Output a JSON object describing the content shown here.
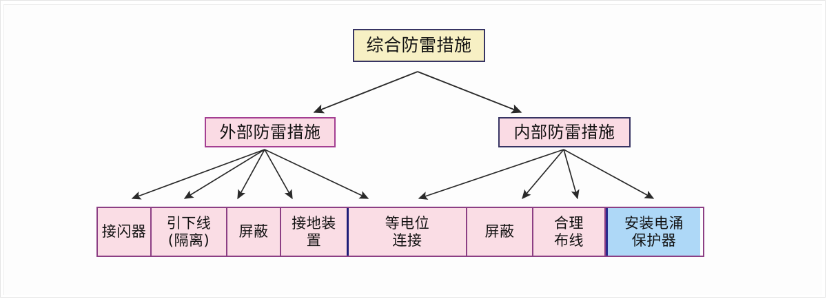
{
  "diagram": {
    "title_text": "综合防雷措施",
    "colors": {
      "root_fill": "#f7f0c4",
      "root_border": "#373463",
      "branch_fill": "#fadbe4",
      "branch_border_left": "#a43f92",
      "branch_border_right": "#373463",
      "leaf_fill": "#fadde5",
      "leaf_border": "#8c3f84",
      "leaf_highlight_fill": "#aed8f7",
      "leaf_highlight_border": "#2b2b8c",
      "arrow": "#2a2a2a",
      "canvas": "#ffffff"
    },
    "root": {
      "label": "综合防雷措施"
    },
    "branches": [
      {
        "id": "external",
        "label": "外部防雷措施"
      },
      {
        "id": "internal",
        "label": "内部防雷措施"
      }
    ],
    "leaves": [
      {
        "id": "air-termination",
        "label": "接闪器",
        "group": "external",
        "highlight": false
      },
      {
        "id": "down-conductor",
        "label": "引下线\n(隔离)",
        "group": "external",
        "highlight": false
      },
      {
        "id": "shielding-ext",
        "label": "屏蔽",
        "group": "external",
        "highlight": false
      },
      {
        "id": "earthing-device",
        "label": "接地装\n置",
        "group": "external",
        "highlight": false
      },
      {
        "id": "equipotential",
        "label": "等电位\n连接",
        "group": "internal",
        "highlight": false
      },
      {
        "id": "shielding-int",
        "label": "屏蔽",
        "group": "internal",
        "highlight": false
      },
      {
        "id": "cable-routing",
        "label": "合理\n布线",
        "group": "internal",
        "highlight": false
      },
      {
        "id": "spd-install",
        "label": "安装电涌\n保护器",
        "group": "internal",
        "highlight": true
      }
    ],
    "edges": [
      {
        "from": "root",
        "to": "external"
      },
      {
        "from": "root",
        "to": "internal"
      },
      {
        "from": "external",
        "to": "air-termination"
      },
      {
        "from": "external",
        "to": "down-conductor"
      },
      {
        "from": "external",
        "to": "shielding-ext"
      },
      {
        "from": "external",
        "to": "earthing-device"
      },
      {
        "from": "external",
        "to": "equipotential"
      },
      {
        "from": "internal",
        "to": "shielding-ext"
      },
      {
        "from": "internal",
        "to": "shielding-int"
      },
      {
        "from": "internal",
        "to": "cable-routing"
      },
      {
        "from": "internal",
        "to": "spd-install"
      }
    ]
  }
}
